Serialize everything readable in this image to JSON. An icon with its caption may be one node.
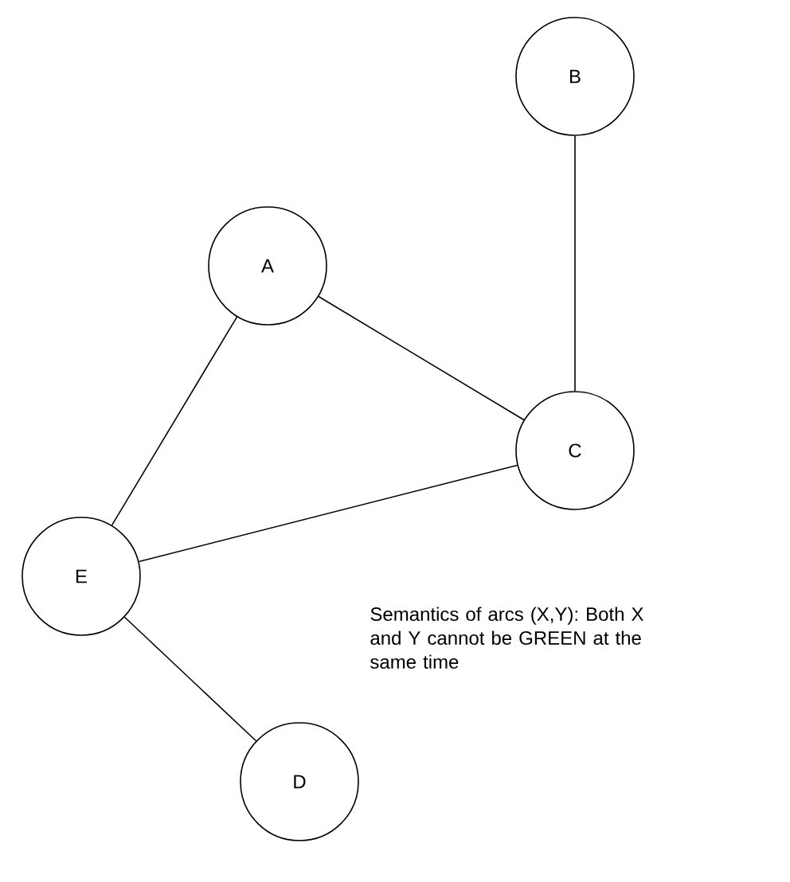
{
  "diagram": {
    "nodes": [
      {
        "text": [
          "B"
        ]
      },
      {
        "text": [
          "A"
        ]
      },
      {
        "text": [
          "C"
        ]
      },
      {
        "text": [
          "E"
        ]
      },
      {
        "text": [
          "D"
        ]
      }
    ],
    "edges": [
      {
        "from": 0,
        "to": 2,
        "arrow": "none"
      },
      {
        "from": 1,
        "to": 2,
        "arrow": "none"
      },
      {
        "from": 1,
        "to": 3,
        "arrow": "none"
      },
      {
        "from": 3,
        "to": 2,
        "arrow": "none"
      },
      {
        "from": 3,
        "to": 4,
        "arrow": "none"
      }
    ],
    "labels": [
      "Semantics of arcs (X,Y): Both X and Y cannot be GREEN at the same time"
    ]
  }
}
